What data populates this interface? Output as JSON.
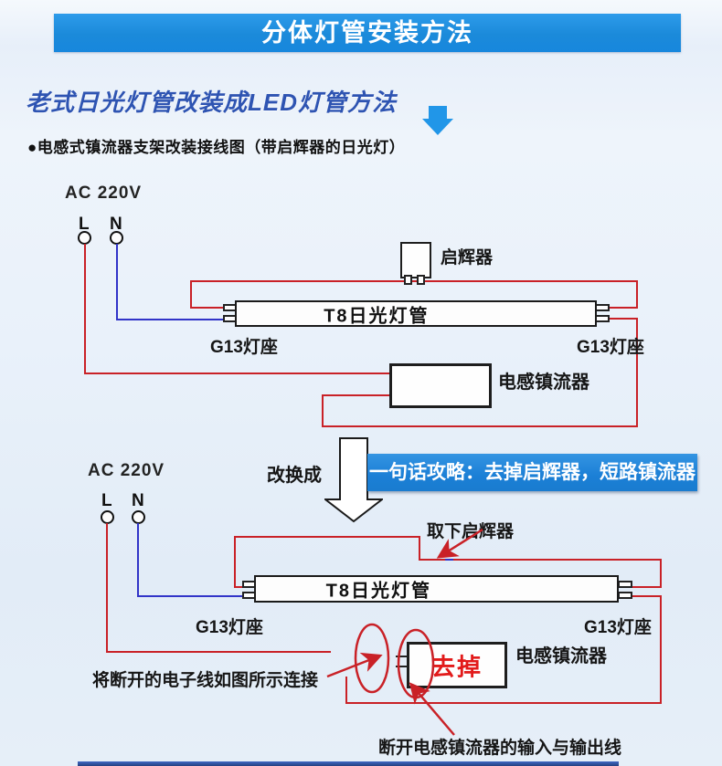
{
  "page": {
    "top_banner": "分体灯管安装方法",
    "main_title": "老式日光灯管改装成LED灯管方法",
    "section_bullet": "●电感式镇流器支架改装接线图（带启辉器的日光灯）"
  },
  "transition": {
    "change_label": "改换成",
    "tip_banner": "一句话攻略：去掉启辉器，短路镇流器"
  },
  "diagram1": {
    "ac_label": "AC 220V",
    "line_live": "L",
    "line_neutral": "N",
    "starter_label": "启辉器",
    "tube_label": "T8日光灯管",
    "socket_left": "G13灯座",
    "socket_right": "G13灯座",
    "ballast_label": "电感镇流器"
  },
  "diagram2": {
    "ac_label": "AC 220V",
    "line_live": "L",
    "line_neutral": "N",
    "remove_starter_note": "取下启辉器",
    "tube_label": "T8日光灯管",
    "socket_left": "G13灯座",
    "socket_right": "G13灯座",
    "ballast_label": "电感镇流器",
    "ballast_remove_text": "去掉",
    "note_connect": "将断开的电子线如图所示连接",
    "note_disconnect": "断开电感镇流器的输入与输出线"
  },
  "colors": {
    "banner_blue": "#1b8ada",
    "tip_blue": "#1b7fd6",
    "title_blue": "#2e54b2",
    "wire_red": "#c92127",
    "wire_blue": "#3134c8",
    "remove_red": "#e21a1a"
  }
}
